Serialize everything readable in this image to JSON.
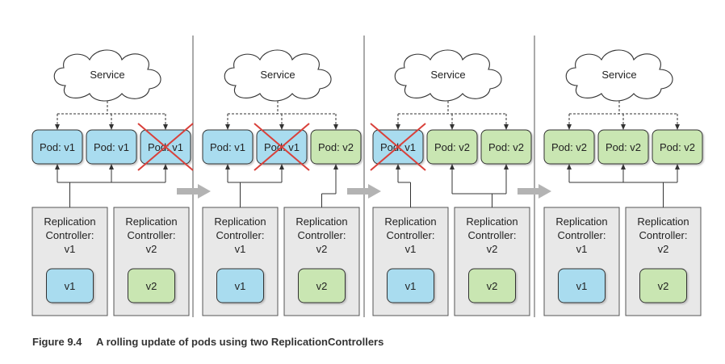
{
  "diagram": {
    "caption_number": "Figure 9.4",
    "caption_text": "A rolling update of pods using two ReplicationControllers",
    "service_label": "Service",
    "rc_label_lines": [
      "Replication",
      "Controller:"
    ],
    "colors": {
      "v1_fill": "#a9dcef",
      "v2_fill": "#c9e6b2",
      "rc_fill": "#e8e8e8",
      "cross": "#d9403a",
      "arrow": "#b3b3b3"
    },
    "stages": [
      {
        "pods": [
          {
            "label": "Pod: v1",
            "version": "v1",
            "deleted": false
          },
          {
            "label": "Pod: v1",
            "version": "v1",
            "deleted": false
          },
          {
            "label": "Pod: v1",
            "version": "v1",
            "deleted": true
          }
        ],
        "controllers": [
          {
            "version_label": "v1",
            "inner_label": "v1",
            "version": "v1"
          },
          {
            "version_label": "v2",
            "inner_label": "v2",
            "version": "v2"
          }
        ]
      },
      {
        "pods": [
          {
            "label": "Pod: v1",
            "version": "v1",
            "deleted": false
          },
          {
            "label": "Pod: v1",
            "version": "v1",
            "deleted": true
          },
          {
            "label": "Pod: v2",
            "version": "v2",
            "deleted": false
          }
        ],
        "controllers": [
          {
            "version_label": "v1",
            "inner_label": "v1",
            "version": "v1"
          },
          {
            "version_label": "v2",
            "inner_label": "v2",
            "version": "v2"
          }
        ]
      },
      {
        "pods": [
          {
            "label": "Pod: v1",
            "version": "v1",
            "deleted": true
          },
          {
            "label": "Pod: v2",
            "version": "v2",
            "deleted": false
          },
          {
            "label": "Pod: v2",
            "version": "v2",
            "deleted": false
          }
        ],
        "controllers": [
          {
            "version_label": "v1",
            "inner_label": "v1",
            "version": "v1"
          },
          {
            "version_label": "v2",
            "inner_label": "v2",
            "version": "v2"
          }
        ]
      },
      {
        "pods": [
          {
            "label": "Pod: v2",
            "version": "v2",
            "deleted": false
          },
          {
            "label": "Pod: v2",
            "version": "v2",
            "deleted": false
          },
          {
            "label": "Pod: v2",
            "version": "v2",
            "deleted": false
          }
        ],
        "controllers": [
          {
            "version_label": "v1",
            "inner_label": "v1",
            "version": "v1"
          },
          {
            "version_label": "v2",
            "inner_label": "v2",
            "version": "v2"
          }
        ]
      }
    ]
  }
}
